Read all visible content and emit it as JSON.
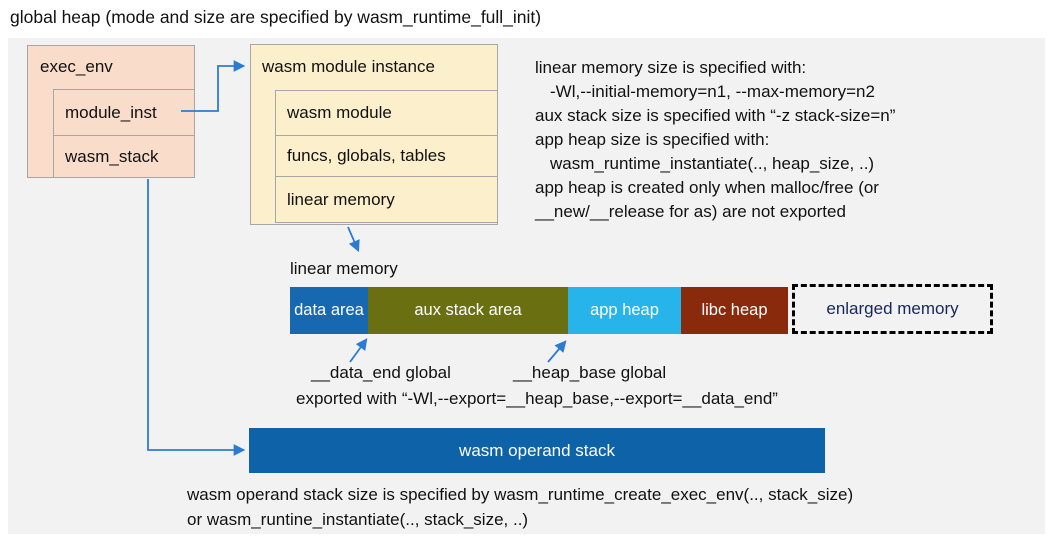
{
  "title": "global heap (mode and size are specified by wasm_runtime_full_init)",
  "colors": {
    "panel": "#f2f2f2",
    "salmon": "#fadcca",
    "cream": "#fcefcb",
    "box_border": "#a6a6a6",
    "arrow": "#2b7bd4",
    "enlarged_text": "#17265c",
    "operand_bar": "#0e63a8"
  },
  "exec_env": {
    "title": "exec_env",
    "module_inst": "module_inst",
    "wasm_stack": "wasm_stack"
  },
  "module_instance": {
    "title": "wasm module instance",
    "rows": [
      "wasm module",
      "funcs, globals, tables",
      "linear memory"
    ]
  },
  "notes": {
    "lines": [
      "linear memory size is specified with:",
      "-Wl,--initial-memory=n1, --max-memory=n2",
      "aux stack size is specified with “-z stack-size=n”",
      "app heap size is specified with:",
      "wasm_runtime_instantiate(.., heap_size, ..)",
      "app heap is created only when malloc/free (or",
      "__new/__release for as) are not exported"
    ]
  },
  "linear_memory": {
    "label": "linear memory",
    "segments": [
      {
        "label": "data area",
        "color": "#1668b0"
      },
      {
        "label": "aux stack area",
        "color": "#6a7011"
      },
      {
        "label": "app heap",
        "color": "#27b4ea"
      },
      {
        "label": "libc heap",
        "color": "#8a2a0d"
      },
      {
        "label": "enlarged memory",
        "color": "transparent"
      }
    ]
  },
  "annotations": {
    "data_end": "__data_end global",
    "heap_base": "__heap_base global",
    "exported": "exported with “-Wl,--export=__heap_base,--export=__data_end”"
  },
  "operand_stack": {
    "label": "wasm operand stack"
  },
  "footer": {
    "lines": [
      "wasm operand stack size is specified by wasm_runtime_create_exec_env(.., stack_size)",
      "or wasm_runtine_instantiate(.., stack_size, ..)"
    ]
  }
}
